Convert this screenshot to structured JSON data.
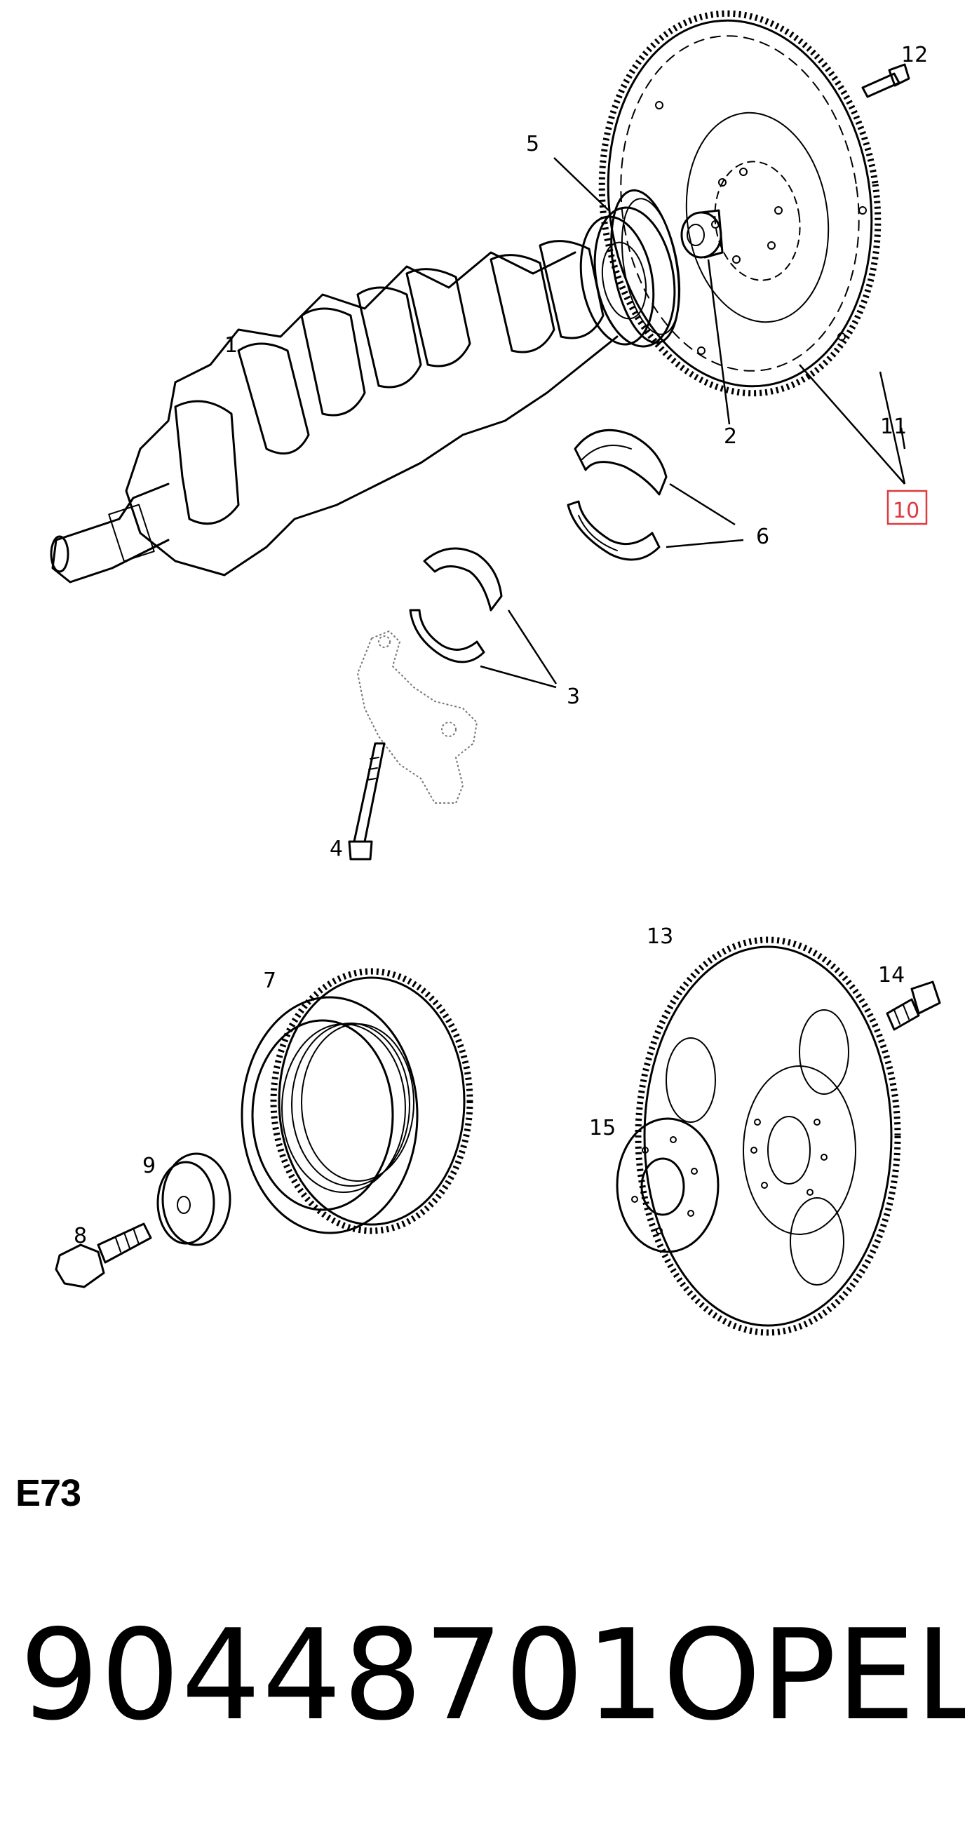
{
  "callouts": {
    "c1": "1",
    "c2": "2",
    "c3": "3",
    "c4": "4",
    "c5": "5",
    "c6": "6",
    "c7": "7",
    "c8": "8",
    "c9": "9",
    "c10": "10",
    "c11": "11",
    "c12": "12",
    "c13": "13",
    "c14": "14",
    "c15": "15"
  },
  "highlighted_callout": "10",
  "highlight_color": "#e0383e",
  "diagram_code": "E73",
  "part_number": "90448701",
  "brand": "OPEL"
}
